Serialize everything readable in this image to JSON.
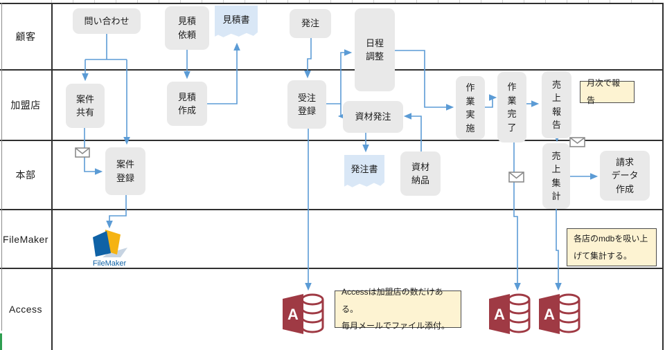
{
  "lanes": [
    {
      "label": "顧客"
    },
    {
      "label": "加盟店"
    },
    {
      "label": "本部"
    },
    {
      "label": "FileMaker"
    },
    {
      "label": "Access"
    }
  ],
  "nodes": {
    "inquiry": {
      "label": "問い合わせ"
    },
    "quote_request": {
      "label": "見積\n依頼"
    },
    "quote_doc": {
      "label": "見積書"
    },
    "order": {
      "label": "発注"
    },
    "schedule_adjust": {
      "label": "日程\n調整"
    },
    "case_share": {
      "label": "案件\n共有"
    },
    "quote_create": {
      "label": "見積\n作成"
    },
    "order_entry": {
      "label": "受注\n登録"
    },
    "material_order": {
      "label": "資材発注"
    },
    "work_execute": {
      "label": "作\n業\n実\n施"
    },
    "work_complete": {
      "label": "作\n業\n完\n了"
    },
    "sales_report": {
      "label": "売\n上\n報\n告"
    },
    "case_entry": {
      "label": "案件\n登録"
    },
    "po_doc": {
      "label": "発注書"
    },
    "material_delivery": {
      "label": "資材\n納品"
    },
    "sales_total": {
      "label": "売\n上\n集\n計"
    },
    "billing_data": {
      "label": "請求\nデータ\n作成"
    }
  },
  "notes": {
    "monthly": {
      "text": "月次で報告"
    },
    "mdb": {
      "text": "各店のmdbを吸い上\nげて集計する。"
    },
    "access": {
      "text": "Accessは加盟店の数だけある。\n毎月メールでファイル添付。"
    }
  },
  "icons": {
    "filemaker_label": "FileMaker",
    "access_letter": "A",
    "mail": "envelope"
  },
  "colors": {
    "arrow_blue": "#5b9bd5",
    "box_grey": "#e9e9e9",
    "document_blue": "#d9e7f6",
    "note_yellow": "#fdf3d2",
    "access_red": "#9f3a44",
    "filemaker_blue": "#0f62a6",
    "filemaker_yellow": "#f5b313",
    "lane_line": "#2f2f2f",
    "green_strip": "#2e9e50"
  }
}
